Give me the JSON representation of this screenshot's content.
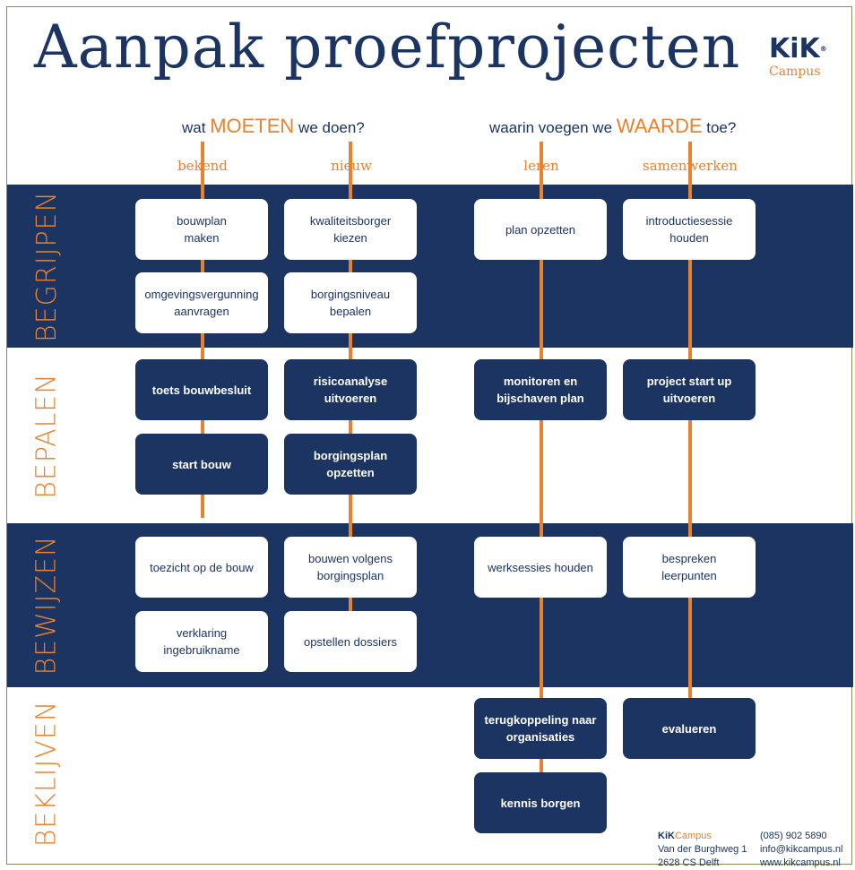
{
  "title": "Aanpak proefprojecten",
  "logo": {
    "mark": "KiK",
    "reg": "®",
    "sub": "Campus"
  },
  "headers": {
    "moeten": {
      "pre": "wat ",
      "em": "MOETEN",
      "post": " we doen?"
    },
    "waarde": {
      "pre": "waarin voegen we ",
      "em": "WAARDE",
      "post": " toe?"
    }
  },
  "columns": [
    "bekend",
    "nieuw",
    "leren",
    "samenwerken"
  ],
  "phases": [
    "BEGRIJPEN",
    "BEPALEN",
    "BEWIJZEN",
    "BEKLIJVEN"
  ],
  "boxes": {
    "b1": "bouwplan\nmaken",
    "b2": "omgevingsvergunning\naanvragen",
    "b3": "toets bouwbesluit",
    "b4": "start bouw",
    "b5": "toezicht op de bouw",
    "b6": "verklaring\ningebruikname",
    "n1": "kwaliteitsborger\nkiezen",
    "n2": "borgingsniveau\nbepalen",
    "n3": "risicoanalyse\nuitvoeren",
    "n4": "borgingsplan\nopzetten",
    "n5": "bouwen volgens\nborgingsplan",
    "n6": "opstellen dossiers",
    "l1": "plan opzetten",
    "l2": "monitoren en\nbijschaven plan",
    "l3": "werksessies houden",
    "l4": "terugkoppeling naar\norganisaties",
    "l5": "kennis borgen",
    "s1": "introductiesessie\nhouden",
    "s2": "project start up\nuitvoeren",
    "s3": "bespreken\nleerpunten",
    "s4": "evalueren"
  },
  "contact": {
    "brand": "KiK",
    "brand_c": "Campus",
    "street": "Van der Burghweg 1",
    "city": "2628 CS Delft",
    "phone": "(085) 902 5890",
    "email": "info@kikcampus.nl",
    "web": "www.kikcampus.nl"
  },
  "colors": {
    "navy": "#1c3461",
    "orange": "#e8822e"
  }
}
